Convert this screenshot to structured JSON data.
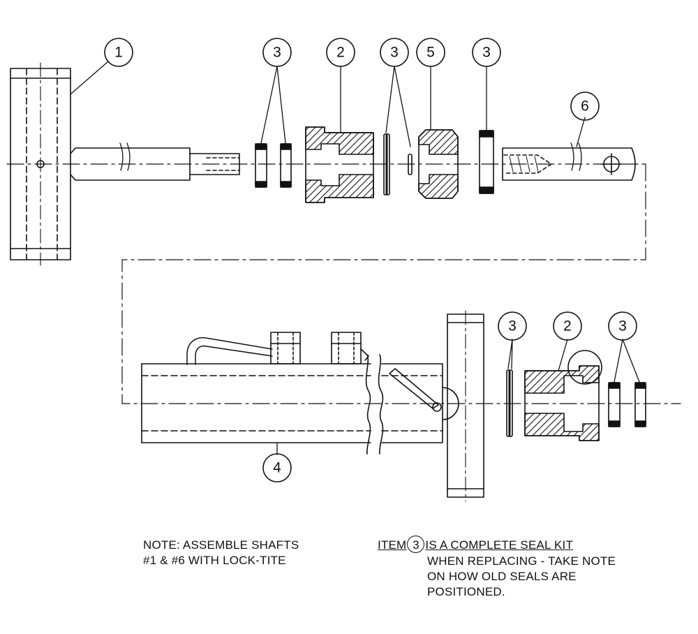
{
  "callouts": {
    "c1": "1",
    "c2_top": "2",
    "c3_a": "3",
    "c3_b": "3",
    "c5": "5",
    "c3_c": "3",
    "c6": "6",
    "c4": "4",
    "c3_d": "3",
    "c2_bottom": "2",
    "c3_e": "3"
  },
  "notes": {
    "left_line1": "NOTE: ASSEMBLE SHAFTS",
    "left_line2": "#1 & #6 WITH LOCK-TITE",
    "right_item_word": "ITEM",
    "right_item_number": "3",
    "right_title_rest": "IS A COMPLETE SEAL KIT",
    "right_line2": "WHEN REPLACING - TAKE NOTE",
    "right_line3": "ON HOW OLD SEALS ARE",
    "right_line4": "POSITIONED."
  }
}
